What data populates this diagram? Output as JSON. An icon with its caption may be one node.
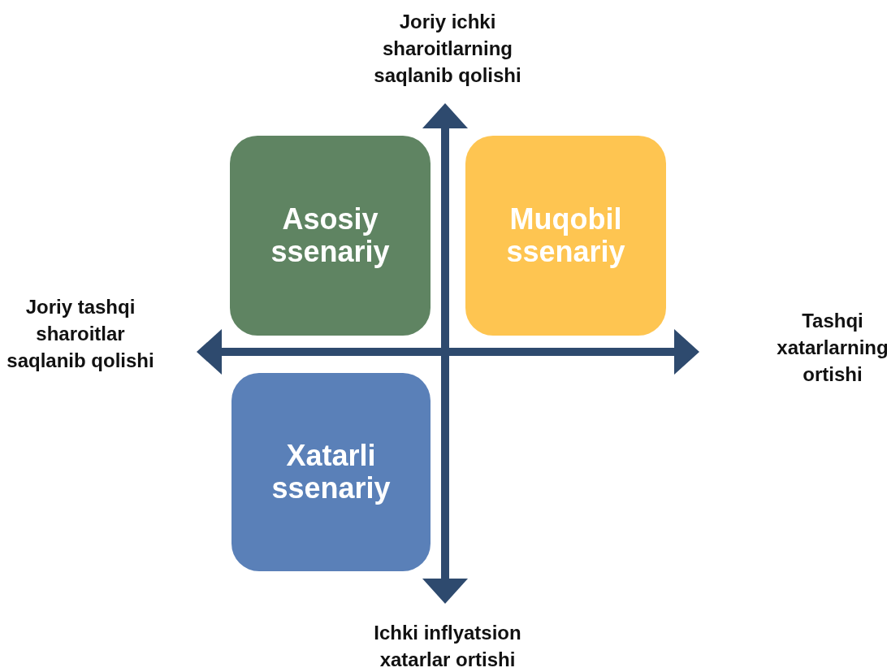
{
  "diagram": {
    "nodes": [
      {
        "text": [
          "Asosiy ssenariy"
        ]
      },
      {
        "text": [
          "Muqobil ssenariy"
        ]
      },
      {
        "text": [
          "Xatarli ssenariy"
        ]
      }
    ],
    "labels": [
      "Joriy ichki sharoitlarning saqlanib qolishi",
      "Joriy tashqi sharoitlar saqlanib qolishi",
      "Tashqi xatarlarning ortishi",
      "Ichki inflyatsion xatarlar ortishi"
    ]
  }
}
